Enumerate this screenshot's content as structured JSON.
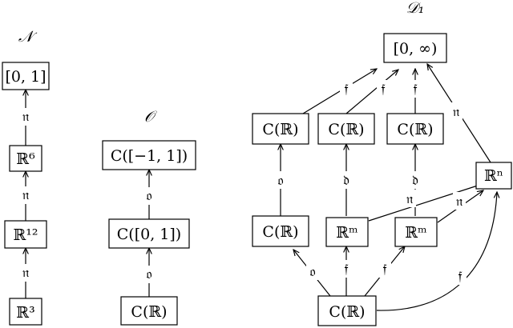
{
  "titles": {
    "n": "𝒩",
    "o": "𝒪",
    "d1": "𝒟₁"
  },
  "nodes": {
    "n_01": "[0, 1]",
    "n_r6": "ℝ⁶",
    "n_r12": "ℝ¹²",
    "n_r3": "ℝ³",
    "o_cm11": "C([−1, 1])",
    "o_c01": "C([0, 1])",
    "o_cr": "C(ℝ)",
    "d_inf": "[0, ∞)",
    "d_cr_a": "C(ℝ)",
    "d_cr_b": "C(ℝ)",
    "d_cr_c": "C(ℝ)",
    "d_cr_d": "C(ℝ)",
    "d_rm_a": "ℝᵐ",
    "d_rm_b": "ℝᵐ",
    "d_rn": "ℝⁿ",
    "d_cr_bottom": "C(ℝ)"
  },
  "edge_labels": {
    "n1": "𝔫",
    "n2": "𝔫",
    "n3": "𝔫",
    "o1": "𝔬",
    "o2": "𝔬",
    "f1": "𝔣",
    "f2": "𝔣",
    "f3": "𝔣",
    "n_rn_inf": "𝔫",
    "o_d": "𝔬",
    "d1": "𝔡",
    "d2": "𝔡",
    "n_rm_a": "𝔫",
    "n_rm_b": "𝔫",
    "o_bottom": "𝔬",
    "f_bottom_a": "𝔣",
    "f_bottom_b": "𝔣",
    "f_bottom_rn": "𝔣"
  }
}
